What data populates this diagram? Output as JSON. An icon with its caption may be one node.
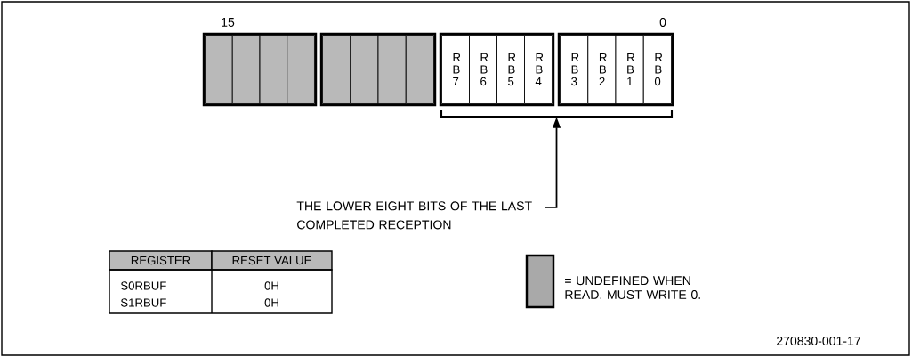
{
  "diagram": {
    "nodes": [
      {
        "text": [],
        "shape": "box"
      },
      {
        "text": [],
        "shape": "box",
        "in": 0
      },
      {
        "text": [],
        "shape": "box",
        "in": 0
      },
      {
        "text": [],
        "shape": "box",
        "in": 0
      },
      {
        "text": [],
        "shape": "box",
        "in": 0
      },
      {
        "text": [],
        "shape": "box"
      },
      {
        "text": [],
        "shape": "box",
        "in": 5
      },
      {
        "text": [],
        "shape": "box",
        "in": 5
      },
      {
        "text": [],
        "shape": "box",
        "in": 5
      },
      {
        "text": [],
        "shape": "box",
        "in": 5
      },
      {
        "text": [],
        "shape": "box"
      },
      {
        "text": [
          "R B 7"
        ],
        "in": 10
      },
      {
        "text": [
          "R B 6"
        ],
        "in": 10
      },
      {
        "text": [
          "R B 5"
        ],
        "in": 10
      },
      {
        "text": [
          "R B 4"
        ],
        "in": 10
      },
      {
        "text": [],
        "shape": "box"
      },
      {
        "text": [
          "R B 3"
        ],
        "in": 15
      },
      {
        "text": [
          "R B 2"
        ],
        "in": 15
      },
      {
        "text": [
          "R B 1"
        ],
        "in": 15
      },
      {
        "text": [
          "R B 0"
        ],
        "in": 15
      },
      {
        "text": [],
        "shape": "bracket"
      },
      {
        "text": [
          "THE LOWER EIGHT BITS OF THE LAST COMPLETED RECEPTION"
        ]
      }
    ],
    "edges": [
      {
        "from": 21,
        "to": 20,
        "arrow": "to"
      }
    ],
    "labels": [
      "15",
      "0",
      "REGISTER",
      "RESET VALUE",
      "S0RBUF",
      "0H",
      "S1RBUF",
      "0H",
      "270830-001-17"
    ],
    "legend": [
      {
        "text": "= UNDEFINED WHEN READ. MUST WRITE 0.",
        "color": "#a9a9a9"
      }
    ]
  }
}
